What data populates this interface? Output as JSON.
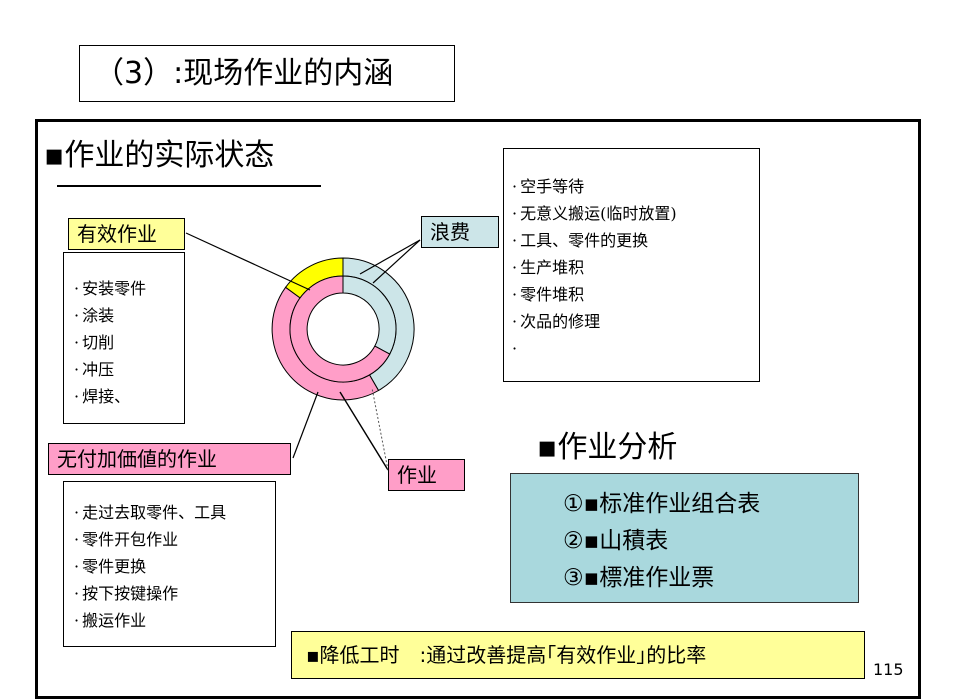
{
  "title": "（3）:现场作业的内涵",
  "section1": {
    "heading": "▪作业的实际状态",
    "labels": {
      "effective": "有效作业",
      "waste": "浪费",
      "non_value": "无付加価値的作业",
      "work": "作业"
    },
    "effective_items": [
      "安装零件",
      "涂装",
      "切削",
      "冲压",
      "焊接、"
    ],
    "waste_items": [
      "空手等待",
      "无意义搬运(临时放置)",
      "工具、零件的更换",
      "生产堆积",
      "零件堆积",
      "次品的修理",
      ""
    ],
    "non_value_items": [
      "走过去取零件、工具",
      "零件开包作业",
      "零件更换",
      "按下按键操作",
      "搬运作业"
    ]
  },
  "section2": {
    "heading": "▪作业分析",
    "items": [
      "①▪标准作业组合表",
      "②▪山積表",
      "③▪標准作业票"
    ]
  },
  "bottom_note": "▪降低工时　:通过改善提高｢有效作业｣的比率",
  "page_number": "115",
  "colors": {
    "effective": "#ffff00",
    "waste": "#cce5e8",
    "non_value": "#ff9ec8",
    "analysis_bg": "#a9d8dd",
    "note_bg": "#ffff99"
  }
}
